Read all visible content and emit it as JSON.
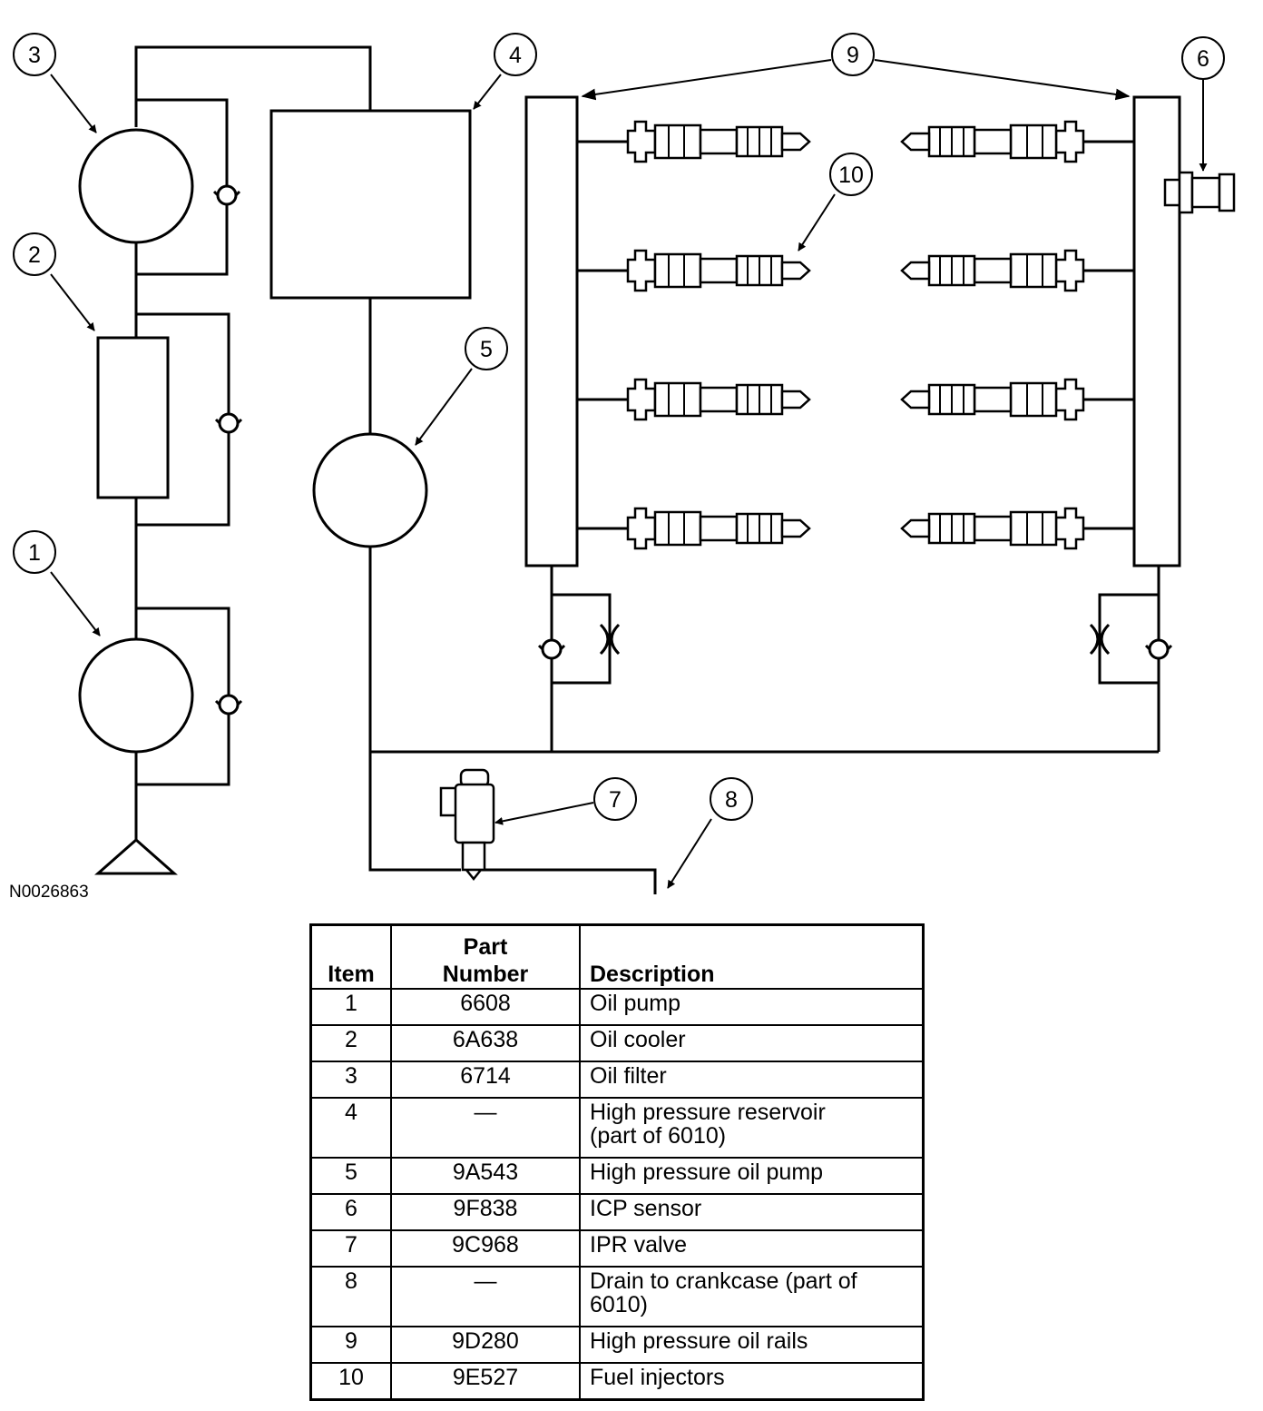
{
  "figure_id": "N0026863",
  "callouts": [
    {
      "id": "c1",
      "label": "1"
    },
    {
      "id": "c2",
      "label": "2"
    },
    {
      "id": "c3",
      "label": "3"
    },
    {
      "id": "c4",
      "label": "4"
    },
    {
      "id": "c5",
      "label": "5"
    },
    {
      "id": "c6",
      "label": "6"
    },
    {
      "id": "c7",
      "label": "7"
    },
    {
      "id": "c8",
      "label": "8"
    },
    {
      "id": "c9",
      "label": "9"
    },
    {
      "id": "c10",
      "label": "10"
    }
  ],
  "table": {
    "headers": {
      "item": "Item",
      "part_number_line1": "Part",
      "part_number_line2": "Number",
      "description": "Description"
    },
    "rows": [
      {
        "item": "1",
        "part": "6608",
        "desc": "Oil pump"
      },
      {
        "item": "2",
        "part": "6A638",
        "desc": "Oil cooler"
      },
      {
        "item": "3",
        "part": "6714",
        "desc": "Oil filter"
      },
      {
        "item": "4",
        "part": "—",
        "desc_line1": "High pressure reservoir",
        "desc_line2": "(part of 6010)"
      },
      {
        "item": "5",
        "part": "9A543",
        "desc": "High pressure oil pump"
      },
      {
        "item": "6",
        "part": "9F838",
        "desc": "ICP sensor"
      },
      {
        "item": "7",
        "part": "9C968",
        "desc": "IPR valve"
      },
      {
        "item": "8",
        "part": "—",
        "desc_line1": "Drain to crankcase (part of",
        "desc_line2": "6010)"
      },
      {
        "item": "9",
        "part": "9D280",
        "desc": "High pressure oil rails"
      },
      {
        "item": "10",
        "part": "9E527",
        "desc": "Fuel injectors"
      }
    ]
  }
}
